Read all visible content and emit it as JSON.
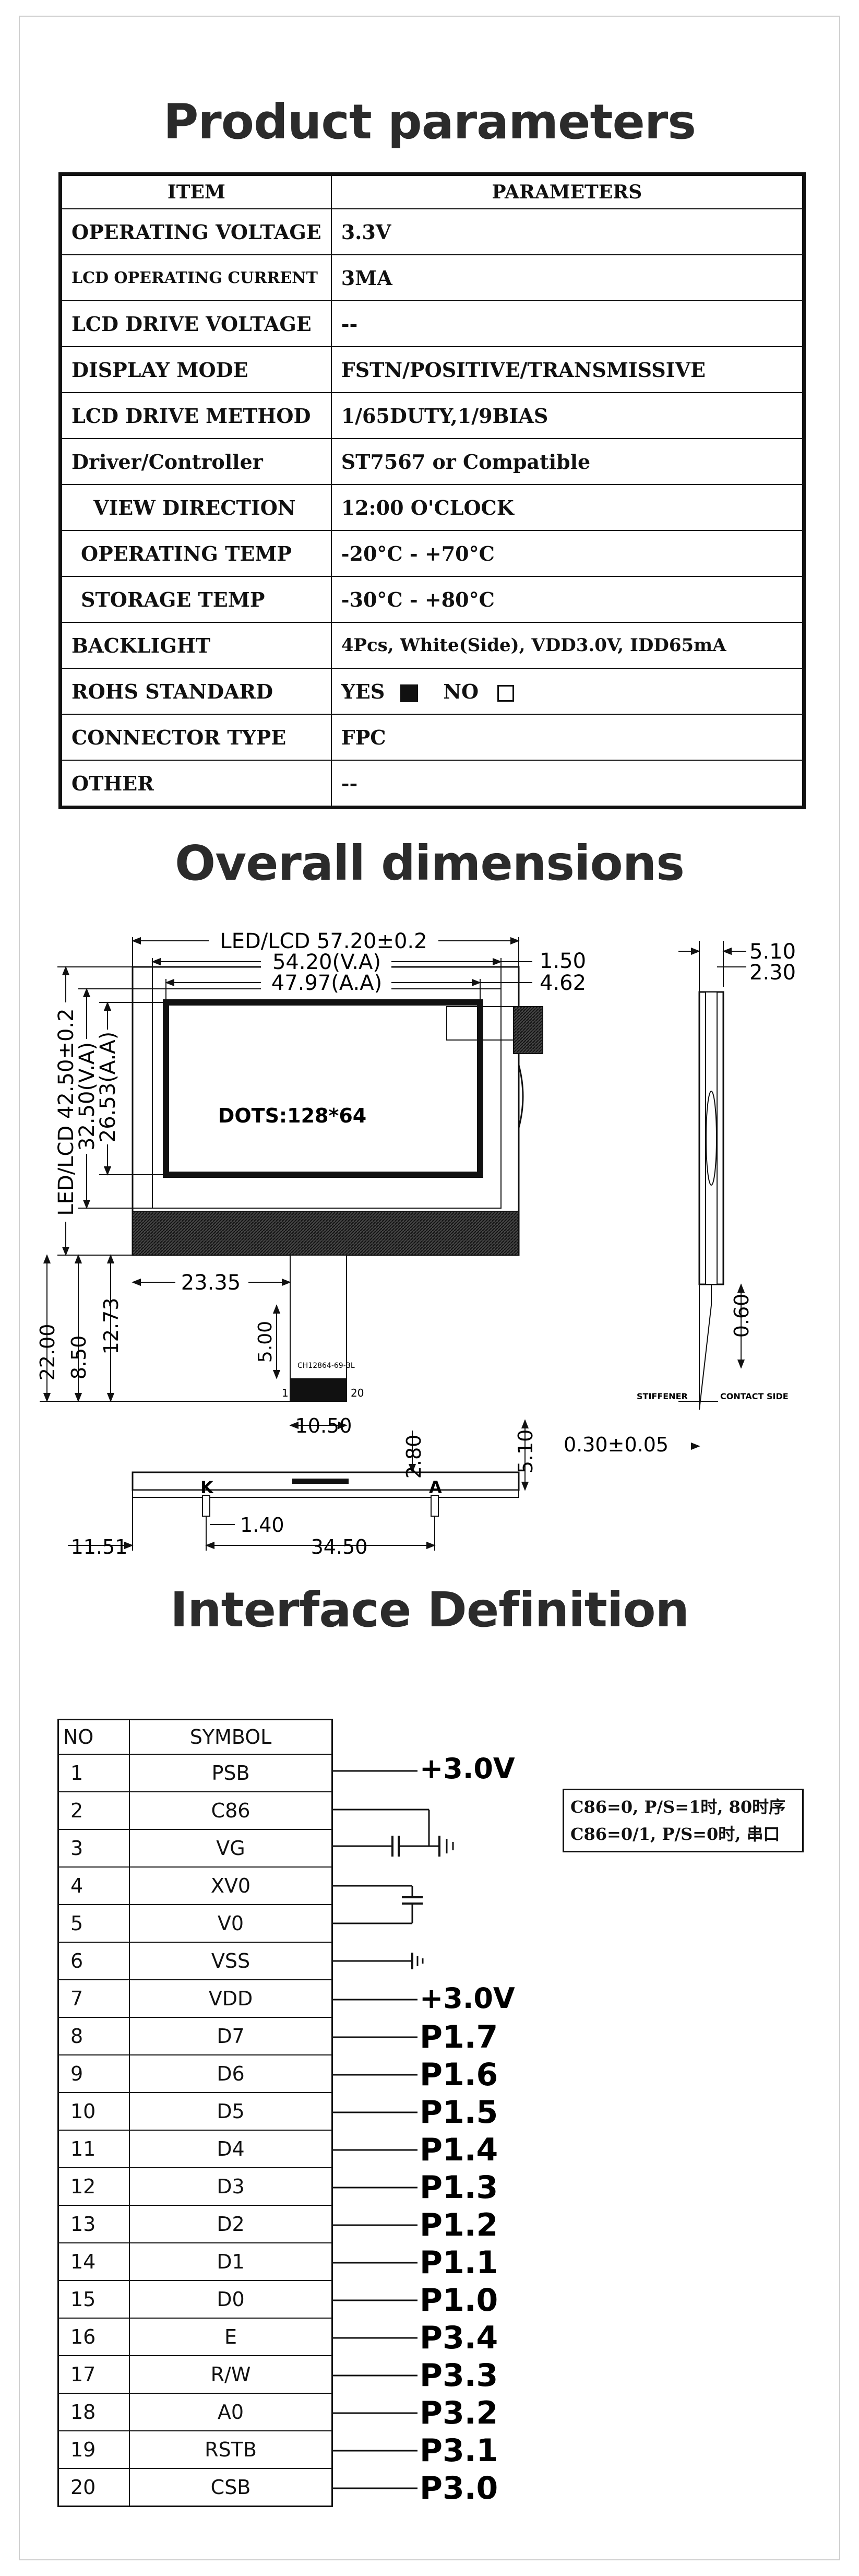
{
  "titles": {
    "product": "Product parameters",
    "dimensions": "Overall dimensions",
    "interface": "Interface Definition"
  },
  "params": {
    "header_item": "ITEM",
    "header_params": "PARAMETERS",
    "rows": [
      {
        "item": "OPERATING VOLTAGE",
        "value": "3.3V"
      },
      {
        "item": "LCD OPERATING CURRENT",
        "value": "3MA"
      },
      {
        "item": "LCD DRIVE VOLTAGE",
        "value": "--"
      },
      {
        "item": "DISPLAY MODE",
        "value": "FSTN/POSITIVE/TRANSMISSIVE"
      },
      {
        "item": "LCD DRIVE METHOD",
        "value": "1/65DUTY,1/9BIAS"
      },
      {
        "item": "Driver/Controller",
        "value": "ST7567 or Compatible"
      },
      {
        "item": "VIEW DIRECTION",
        "value": "12:00 O'CLOCK"
      },
      {
        "item": "OPERATING TEMP",
        "value": "-20°C - +70°C"
      },
      {
        "item": "STORAGE TEMP",
        "value": "-30°C - +80°C"
      },
      {
        "item": "BACKLIGHT",
        "value": "4Pcs, White(Side), VDD3.0V, IDD65mA"
      }
    ],
    "rohs": {
      "item": "ROHS STANDARD",
      "yes": "YES",
      "no": "NO"
    },
    "tail_rows": [
      {
        "item": "CONNECTOR TYPE",
        "value": "FPC"
      },
      {
        "item": "OTHER",
        "value": "--"
      }
    ]
  },
  "dimensions": {
    "led_lcd_w": "LED/LCD 57.20±0.2",
    "va_w": "54.20(V.A)",
    "aa_w": "47.97(A.A)",
    "d_1_50": "1.50",
    "d_4_62": "4.62",
    "led_lcd_h": "LED/LCD 42.50±0.2",
    "va_h": "32.50(V.A)",
    "aa_h": "26.53(A.A)",
    "dots": "DOTS:128*64",
    "d_22_00": "22.00",
    "d_8_50": "8.50",
    "d_12_73": "12.73",
    "d_23_35": "23.35",
    "d_5_00": "5.00",
    "d_10_50": "10.50",
    "pin_1": "1",
    "pin_20": "20",
    "fpc_code": "CH12864-69-BL",
    "d_2_80": "2.80",
    "d_5_10_side": "5.10",
    "d_5_10": "5.10",
    "d_2_30": "2.30",
    "d_0_60": "0.60",
    "stiffener": "STIFFENER",
    "contact_side": "CONTACT SIDE",
    "d_0_30": "0.30±0.05",
    "k": "K",
    "a": "A",
    "d_11_51": "11.51",
    "d_1_40": "1.40",
    "d_34_50": "34.50"
  },
  "interface": {
    "header_no": "NO",
    "header_symbol": "SYMBOL",
    "pins": [
      {
        "no": "1",
        "symbol": "PSB"
      },
      {
        "no": "2",
        "symbol": "C86"
      },
      {
        "no": "3",
        "symbol": "VG"
      },
      {
        "no": "4",
        "symbol": "XV0"
      },
      {
        "no": "5",
        "symbol": "V0"
      },
      {
        "no": "6",
        "symbol": "VSS"
      },
      {
        "no": "7",
        "symbol": "VDD"
      },
      {
        "no": "8",
        "symbol": "D7"
      },
      {
        "no": "9",
        "symbol": "D6"
      },
      {
        "no": "10",
        "symbol": "D5"
      },
      {
        "no": "11",
        "symbol": "D4"
      },
      {
        "no": "12",
        "symbol": "D3"
      },
      {
        "no": "13",
        "symbol": "D2"
      },
      {
        "no": "14",
        "symbol": "D1"
      },
      {
        "no": "15",
        "symbol": "D0"
      },
      {
        "no": "16",
        "symbol": "E"
      },
      {
        "no": "17",
        "symbol": "R/W"
      },
      {
        "no": "18",
        "symbol": "A0"
      },
      {
        "no": "19",
        "symbol": "RSTB"
      },
      {
        "no": "20",
        "symbol": "CSB"
      }
    ],
    "connections": {
      "psb": "+3.0V",
      "vdd": "+3.0V",
      "d7": "P1.7",
      "d6": "P1.6",
      "d5": "P1.5",
      "d4": "P1.4",
      "d3": "P1.3",
      "d2": "P1.2",
      "d1": "P1.1",
      "d0": "P1.0",
      "e": "P3.4",
      "rw": "P3.3",
      "a0": "P3.2",
      "rstb": "P3.1",
      "csb": "P3.0"
    },
    "note_line1": "C86=0, P/S=1时, 80时序",
    "note_line2": "C86=0/1, P/S=0时, 串口"
  }
}
